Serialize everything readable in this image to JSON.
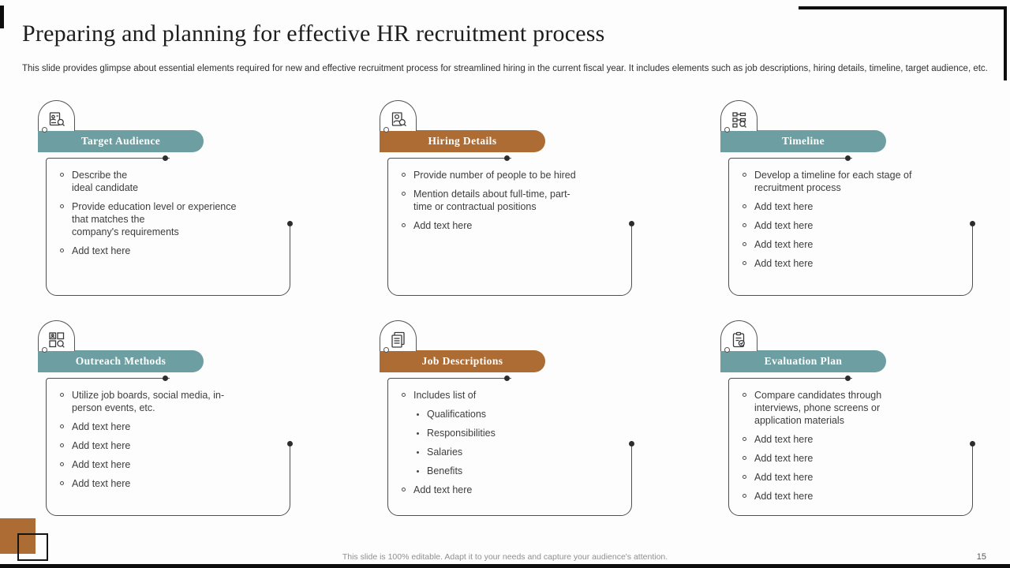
{
  "slide": {
    "title": "Preparing and planning for effective HR recruitment process",
    "subtitle": "This slide provides glimpse about essential elements required for new and effective recruitment process for streamlined hiring in the current fiscal year. It includes elements such as job descriptions, hiring details, timeline, target audience, etc.",
    "footer": "This slide is 100% editable. Adapt it to your needs and capture your audience's attention.",
    "page_number": "15"
  },
  "colors": {
    "teal": "#6d9fa2",
    "brown": "#ae6c35",
    "ink": "#2d2d2d"
  },
  "cards": [
    {
      "title": "Target Audience",
      "accent": "teal",
      "icon": "candidate-search-icon",
      "bullets": [
        {
          "text": "Describe the\nideal candidate",
          "level": 0
        },
        {
          "text": "Provide education level or experience\nthat matches the\ncompany's requirements",
          "level": 0
        },
        {
          "text": "Add text here",
          "level": 0
        }
      ]
    },
    {
      "title": "Hiring Details",
      "accent": "brown",
      "icon": "hiring-person-icon",
      "bullets": [
        {
          "text": "Provide number of people to be hired",
          "level": 0
        },
        {
          "text": "Mention details about full-time, part-\ntime or contractual positions",
          "level": 0
        },
        {
          "text": "Add text here",
          "level": 0
        }
      ]
    },
    {
      "title": "Timeline",
      "accent": "teal",
      "icon": "timeline-flow-icon",
      "bullets": [
        {
          "text": "Develop a timeline for each stage of\nrecruitment process",
          "level": 0
        },
        {
          "text": "Add text here",
          "level": 0
        },
        {
          "text": "Add text here",
          "level": 0
        },
        {
          "text": "Add text here",
          "level": 0
        },
        {
          "text": "Add text here",
          "level": 0
        }
      ]
    },
    {
      "title": "Outreach Methods",
      "accent": "teal",
      "icon": "outreach-grid-icon",
      "bullets": [
        {
          "text": "Utilize job boards, social media, in-\nperson events, etc.",
          "level": 0
        },
        {
          "text": "Add text here",
          "level": 0
        },
        {
          "text": "Add text here",
          "level": 0
        },
        {
          "text": "Add text here",
          "level": 0
        },
        {
          "text": "Add text here",
          "level": 0
        }
      ]
    },
    {
      "title": "Job Descriptions",
      "accent": "brown",
      "icon": "job-description-clipboard-icon",
      "bullets": [
        {
          "text": "Includes list of",
          "level": 0
        },
        {
          "text": "Qualifications",
          "level": 1
        },
        {
          "text": "Responsibilities",
          "level": 1
        },
        {
          "text": "Salaries",
          "level": 1
        },
        {
          "text": "Benefits",
          "level": 1
        },
        {
          "text": "Add text here",
          "level": 0
        }
      ]
    },
    {
      "title": "Evaluation Plan",
      "accent": "teal",
      "icon": "evaluation-checklist-icon",
      "bullets": [
        {
          "text": "Compare candidates through\ninterviews, phone screens or\napplication materials",
          "level": 0
        },
        {
          "text": "Add text here",
          "level": 0
        },
        {
          "text": "Add text here",
          "level": 0
        },
        {
          "text": "Add text here",
          "level": 0
        },
        {
          "text": "Add text here",
          "level": 0
        }
      ]
    }
  ]
}
